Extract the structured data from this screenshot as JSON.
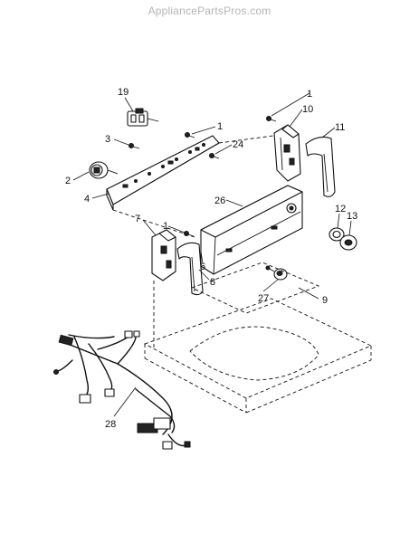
{
  "header": {
    "watermark": "AppliancePartsPros.com"
  },
  "callouts": {
    "c19": "19",
    "c1a": "1",
    "c3": "3",
    "c24": "24",
    "c2": "2",
    "c4": "4",
    "c1b": "1",
    "c10": "10",
    "c11": "11",
    "c26": "26",
    "c7": "7",
    "c1c": "1",
    "c12": "12",
    "c13": "13",
    "c6": "6",
    "c8": "8",
    "c27": "27",
    "c9": "9",
    "c28": "28"
  }
}
